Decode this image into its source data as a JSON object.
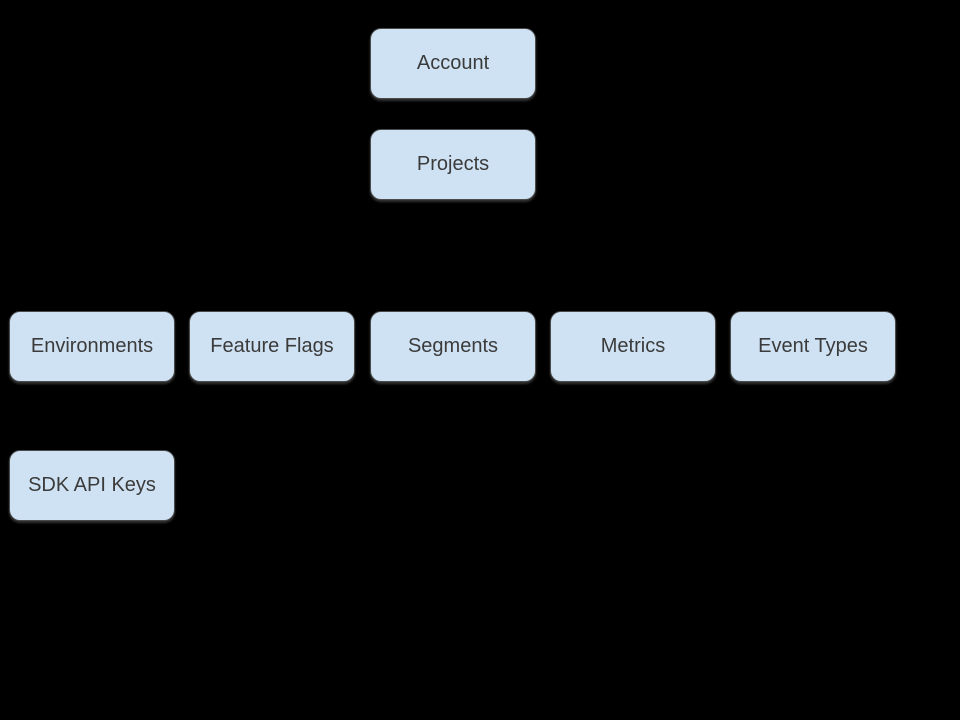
{
  "diagram": {
    "background_color": "#000000",
    "node_fill_color": "#cfe2f3",
    "node_border_color": "#4a4a4a",
    "node_text_color": "#3b3b3b",
    "nodes": [
      {
        "id": "account",
        "label": "Account"
      },
      {
        "id": "projects",
        "label": "Projects"
      },
      {
        "id": "environments",
        "label": "Environments"
      },
      {
        "id": "feature-flags",
        "label": "Feature Flags"
      },
      {
        "id": "segments",
        "label": "Segments"
      },
      {
        "id": "metrics",
        "label": "Metrics"
      },
      {
        "id": "event-types",
        "label": "Event Types"
      },
      {
        "id": "sdk-api-keys",
        "label": "SDK API Keys"
      }
    ]
  }
}
